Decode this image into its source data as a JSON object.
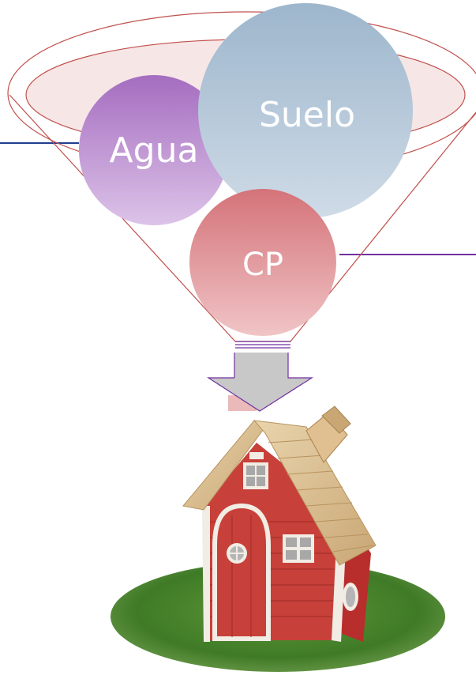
{
  "diagram": {
    "funnel_items": [
      {
        "label": "Agua",
        "color": "#b07cc6"
      },
      {
        "label": "Suelo",
        "color": "#a9bfd3"
      },
      {
        "label": "CP",
        "color": "#d98286"
      }
    ],
    "colors": {
      "funnel_outline": "#c0504d",
      "left_connector": "#1f3f8f",
      "right_connector": "#7030a0",
      "arrow_fill": "#c8c8c8",
      "arrow_outline": "#7030a0",
      "rim_fill": "#f3dede"
    },
    "output_image": "playhouse-icon"
  }
}
